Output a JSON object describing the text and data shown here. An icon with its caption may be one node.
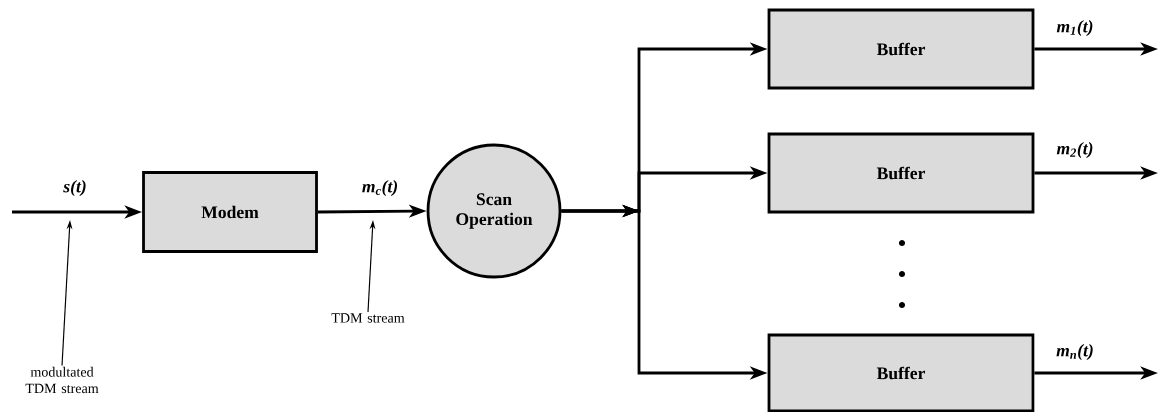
{
  "diagram": {
    "nodes": [
      {
        "text": [
          "Modem"
        ]
      },
      {
        "text": [
          "Scan Operation"
        ]
      },
      {
        "text": [
          "Buffer"
        ]
      },
      {
        "text": [
          "Buffer"
        ]
      },
      {
        "text": [
          "Buffer"
        ]
      },
      {
        "text": [
          "modultated TDM stream"
        ]
      },
      {
        "text": [
          "TDM stream"
        ]
      }
    ],
    "edges": [
      {
        "from": null,
        "to": 0,
        "arrow": "to",
        "label": "s(t)"
      },
      {
        "from": 0,
        "to": 1,
        "arrow": "to",
        "label": "m$_{c}$(t)"
      },
      {
        "from": 1,
        "to": 2,
        "arrow": "to"
      },
      {
        "from": 1,
        "to": 3,
        "arrow": "to"
      },
      {
        "from": 1,
        "to": 4,
        "arrow": "to"
      },
      {
        "from": 2,
        "to": null,
        "arrow": "to",
        "label": "m$_{1}$(t)"
      },
      {
        "from": 3,
        "to": null,
        "arrow": "to",
        "label": "m$_{2}$(t)"
      },
      {
        "from": 4,
        "to": null,
        "arrow": "to",
        "label": "m$_{n}$(t)"
      },
      {
        "from": 5,
        "to": null,
        "arrow": "to"
      },
      {
        "from": 6,
        "to": null,
        "arrow": "to"
      }
    ]
  }
}
